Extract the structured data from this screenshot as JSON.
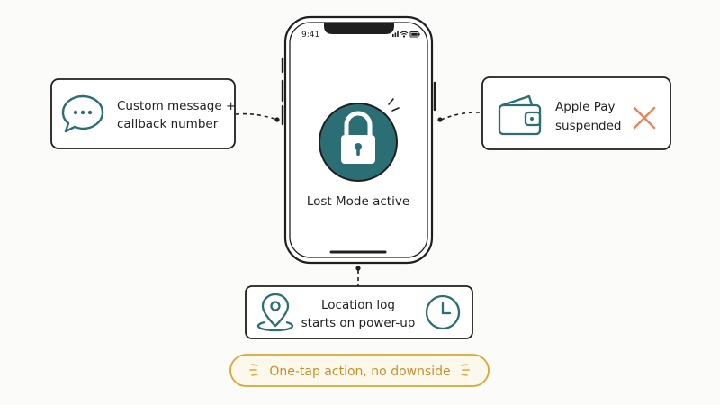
{
  "phone": {
    "status_time": "9:41",
    "screen_label": "Lost Mode active"
  },
  "callouts": {
    "message": {
      "line1": "Custom message +",
      "line2": "callback number",
      "icon": "chat-bubble-icon"
    },
    "wallet": {
      "line1": "Apple Pay",
      "line2": "suspended",
      "icon": "wallet-icon",
      "status_icon": "x-mark-icon"
    },
    "location": {
      "line1": "Location log",
      "line2": "starts on power-up",
      "icon": "location-pin-icon",
      "right_icon": "clock-icon"
    }
  },
  "footer": {
    "tagline": "One-tap action, no downside"
  },
  "colors": {
    "accent": "#2b6e73",
    "alert": "#e8825c",
    "highlight": "#d9a536",
    "ink": "#1f1f1f"
  }
}
